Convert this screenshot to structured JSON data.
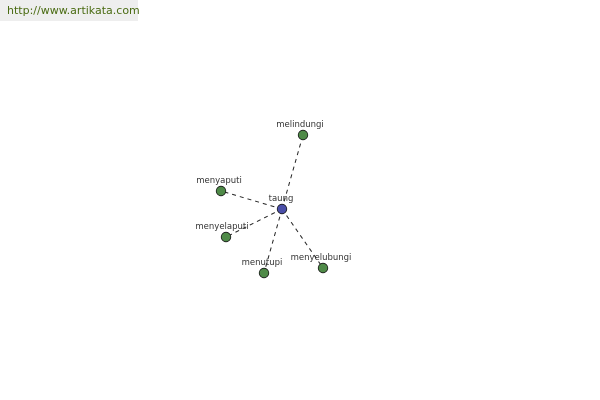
{
  "source": {
    "url_text": "http://www.artikata.com"
  },
  "graph": {
    "center": {
      "id": "taung",
      "label": "taung",
      "color": "#4a4ea8"
    },
    "nodes": [
      {
        "id": "melindungi",
        "label": "melindungi",
        "color": "#4f8a48"
      },
      {
        "id": "menyaputi",
        "label": "menyaputi",
        "color": "#4f8a48"
      },
      {
        "id": "menyelaputi",
        "label": "menyelaputi",
        "color": "#4f8a48"
      },
      {
        "id": "menutupi",
        "label": "menutupi",
        "color": "#4f8a48"
      },
      {
        "id": "menyelubungi",
        "label": "menyelubungi",
        "color": "#4f8a48"
      }
    ],
    "edge_style": "dashed"
  }
}
